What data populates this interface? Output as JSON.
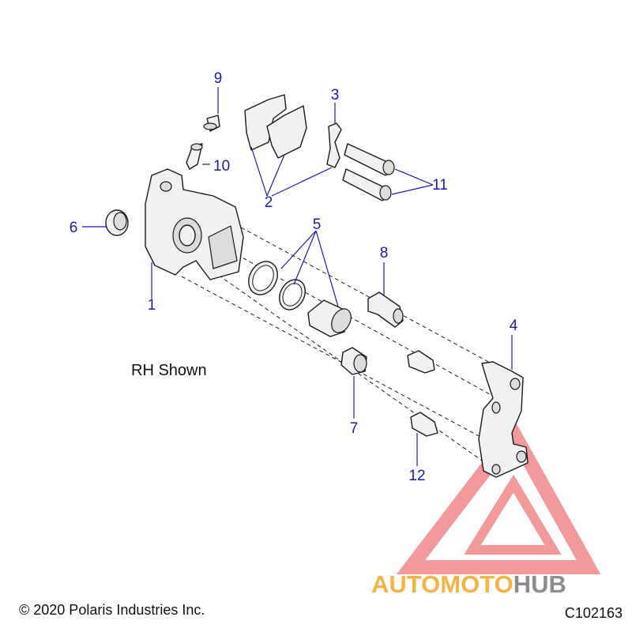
{
  "labels": {
    "view_note": "RH Shown",
    "copyright": "© 2020 Polaris Industries Inc.",
    "drawing_code": "C102163",
    "watermark_part1": "AUTOMOTO",
    "watermark_part2": "HUB"
  },
  "callouts": [
    "1",
    "2",
    "3",
    "4",
    "5",
    "6",
    "7",
    "8",
    "9",
    "10",
    "11",
    "12"
  ],
  "colors": {
    "callout": "#1a1aa6",
    "watermark_orange": "#f5a623",
    "watermark_red": "#e8474a",
    "watermark_gray": "#7a7a7a"
  }
}
